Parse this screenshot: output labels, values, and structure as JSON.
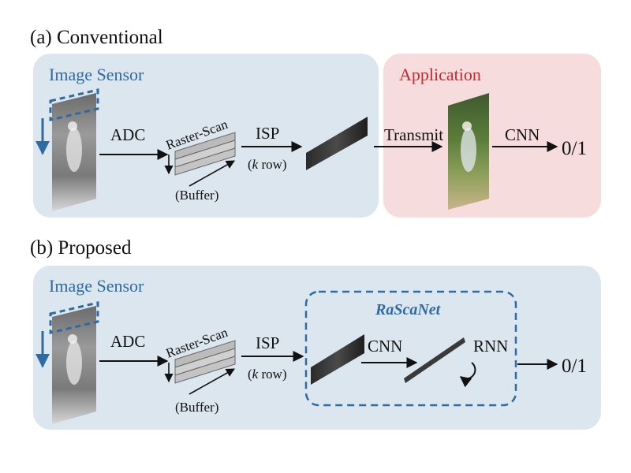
{
  "section_a": {
    "title": "(a) Conventional",
    "sensor_label": "Image Sensor",
    "application_label": "Application",
    "adc": "ADC",
    "raster_scan": "Raster-Scan",
    "buffer": "(Buffer)",
    "isp": "ISP",
    "k_row_open": "(",
    "k_row_k": "k",
    "k_row_close": " row)",
    "transmit": "Transmit",
    "cnn": "CNN",
    "output": "0/1"
  },
  "section_b": {
    "title": "(b) Proposed",
    "sensor_label": "Image Sensor",
    "adc": "ADC",
    "raster_scan": "Raster-Scan",
    "buffer": "(Buffer)",
    "isp": "ISP",
    "k_row_open": "(",
    "k_row_k": "k",
    "k_row_close": " row)",
    "network_label": "RaScaNet",
    "cnn": "CNN",
    "rnn": "RNN",
    "output": "0/1"
  },
  "colors": {
    "sensor_panel": "#dce6ef",
    "application_panel": "#f6dcdd",
    "sensor_title": "#2e6aa3",
    "application_title": "#c8282e",
    "dashed_blue": "#2e6aa3"
  }
}
